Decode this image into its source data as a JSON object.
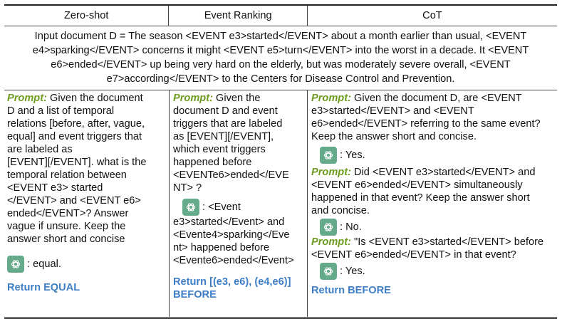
{
  "table": {
    "headers": [
      "Zero-shot",
      "Event Ranking",
      "CoT"
    ],
    "input_lines": [
      "Input document D = The season <EVENT e3>started</EVENT> about a month earlier than usual, <EVENT",
      "e4>sparking</EVENT> concerns it might <EVENT e5>turn</EVENT> into the worst in a decade. It <EVENT",
      "e6>ended</EVENT> up being very hard on the elderly, but was moderately severe overall, <EVENT",
      "e7>according</EVENT> to the Centers for Disease Control and Prevention."
    ],
    "zero_shot": {
      "prompt_label": "Prompt:",
      "prompt_lines": [
        " Given the document",
        "D and a list of temporal",
        "relations [before, after, vague,",
        "equal] and event triggers that",
        "are labeled as",
        "[EVENT][/EVENT]. what is the",
        "temporal relation between",
        "<EVENT e3> started",
        "</EVENT>  and <EVENT e6>",
        "ended</EVENT>? Answer",
        "vague if unsure. Keep the",
        "answer short and concise"
      ],
      "response": ": equal.",
      "result": "Return EQUAL"
    },
    "event_ranking": {
      "prompt_label": "Prompt:",
      "prompt_lines": [
        " Given the",
        "document D and event",
        "triggers that are labeled",
        "as [EVENT][/EVENT],",
        "which event triggers",
        "happened before",
        "<EVENTe6>ended</EVE",
        "NT> ?"
      ],
      "response_first": ": <Event",
      "response_lines": [
        "e3>started</Event> and",
        "<Evente4>sparking</Eve",
        "nt> happened before",
        "<Evente6>ended</Event>"
      ],
      "result_lines": [
        "Return [(e3, e6), (e4,e6)]",
        "BEFORE"
      ]
    },
    "cot": {
      "prompt1_label": "Prompt:",
      "prompt1_lines": [
        " Given the document D, are <EVENT",
        "e3>started</EVENT>  and <EVENT",
        "e6>ended</EVENT> referring to the same event?",
        "Keep the answer short and concise."
      ],
      "response1": ": Yes.",
      "prompt2_label": "Prompt:",
      "prompt2_lines": [
        "  Did <EVENT e3>started</EVENT>  and",
        "<EVENT e6>ended</EVENT> simultaneously",
        "happened in that event? Keep the answer short",
        "and concise."
      ],
      "response2": ": No.",
      "prompt3_label": "Prompt:",
      "prompt3_lines": [
        " \"Is <EVENT e3>started</EVENT> before",
        "<EVENT e6>ended</EVENT> in that event?"
      ],
      "response3": ": Yes.",
      "result": "Return BEFORE"
    }
  },
  "icons": {
    "chatgpt": "chatgpt-logo-icon",
    "chatgpt_bg": "#64aa8b",
    "prompt_color": "#6c9b1f",
    "return_color": "#3f7ec4"
  }
}
